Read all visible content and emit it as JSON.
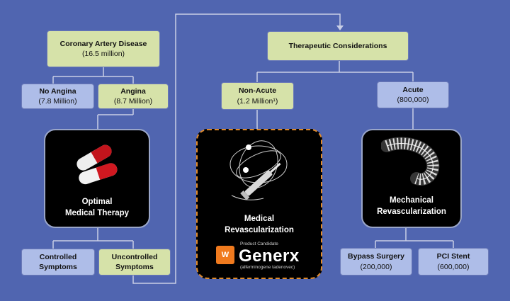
{
  "boxes": {
    "cad": {
      "title": "Coronary Artery Disease",
      "value": "(16.5 million)"
    },
    "no_angina": {
      "title": "No Angina",
      "value": "(7.8 Million)"
    },
    "angina": {
      "title": "Angina",
      "value": "(8.7 Million)"
    },
    "therapeutic": {
      "title": "Therapeutic Considerations"
    },
    "non_acute": {
      "title": "Non-Acute",
      "value": "(1.2 Million¹)"
    },
    "acute": {
      "title": "Acute",
      "value": "(800,000)"
    },
    "controlled": {
      "title": "Controlled Symptoms"
    },
    "uncontrolled": {
      "title": "Uncontrolled Symptoms"
    },
    "bypass": {
      "title": "Bypass Surgery",
      "value": "(200,000)"
    },
    "pci": {
      "title": "PCI Stent",
      "value": "(600,000)"
    }
  },
  "panels": {
    "omt": {
      "line1": "Optimal",
      "line2": "Medical Therapy"
    },
    "medrev": {
      "line1": "Medical",
      "line2": "Revascularization"
    },
    "mechrev": {
      "line1": "Mechanical",
      "line2": "Revascularization"
    }
  },
  "logo": {
    "product_candidate": "Product Candidate",
    "name": "Generx",
    "generic": "(alferminogene tadenovec)"
  },
  "colors": {
    "background": "#5065b0",
    "green_box": "#d6e2a9",
    "blue_box": "#aebde8",
    "dashed_border": "#e08a2a",
    "logo_orange": "#f07a1e"
  },
  "icons": [
    "pill-capsules-icon",
    "gene-therapy-injection-icon",
    "stent-icon"
  ]
}
